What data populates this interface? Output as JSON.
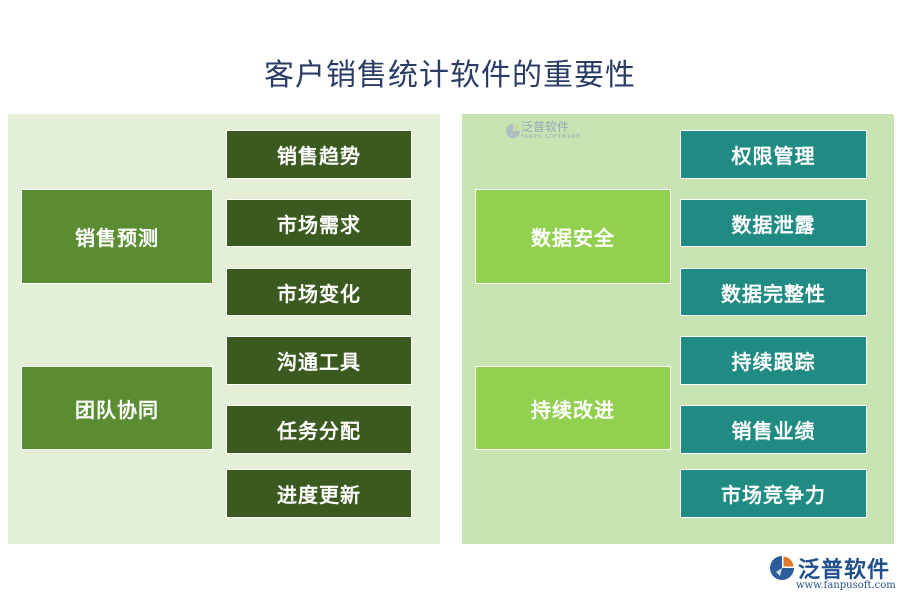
{
  "title": "客户销售统计软件的重要性",
  "left_panel": {
    "groups": [
      {
        "label": "销售预测",
        "items": [
          "销售趋势",
          "市场需求",
          "市场变化"
        ]
      },
      {
        "label": "团队协同",
        "items": [
          "沟通工具",
          "任务分配",
          "进度更新"
        ]
      }
    ]
  },
  "right_panel": {
    "groups": [
      {
        "label": "数据安全",
        "items": [
          "权限管理",
          "数据泄露",
          "数据完整性"
        ]
      },
      {
        "label": "持续改进",
        "items": [
          "持续跟踪",
          "销售业绩",
          "市场竞争力"
        ]
      }
    ]
  },
  "watermark": {
    "text": "泛普软件",
    "subtext": "FANPU SOFTWARE"
  },
  "logo": {
    "name": "泛普软件",
    "url": "www.fanpusoft.com"
  },
  "colors": {
    "title": "#2a3d66",
    "left_panel_bg": "#e3efd7",
    "right_panel_bg": "#c8e3b2",
    "left_main_box": "#5a8c32",
    "left_sub_box": "#3b5a1f",
    "right_main_box": "#92d050",
    "right_sub_box": "#1f8b82"
  },
  "icons": {
    "logo": "fanpu-logo-icon",
    "watermark": "fanpu-watermark-icon"
  }
}
